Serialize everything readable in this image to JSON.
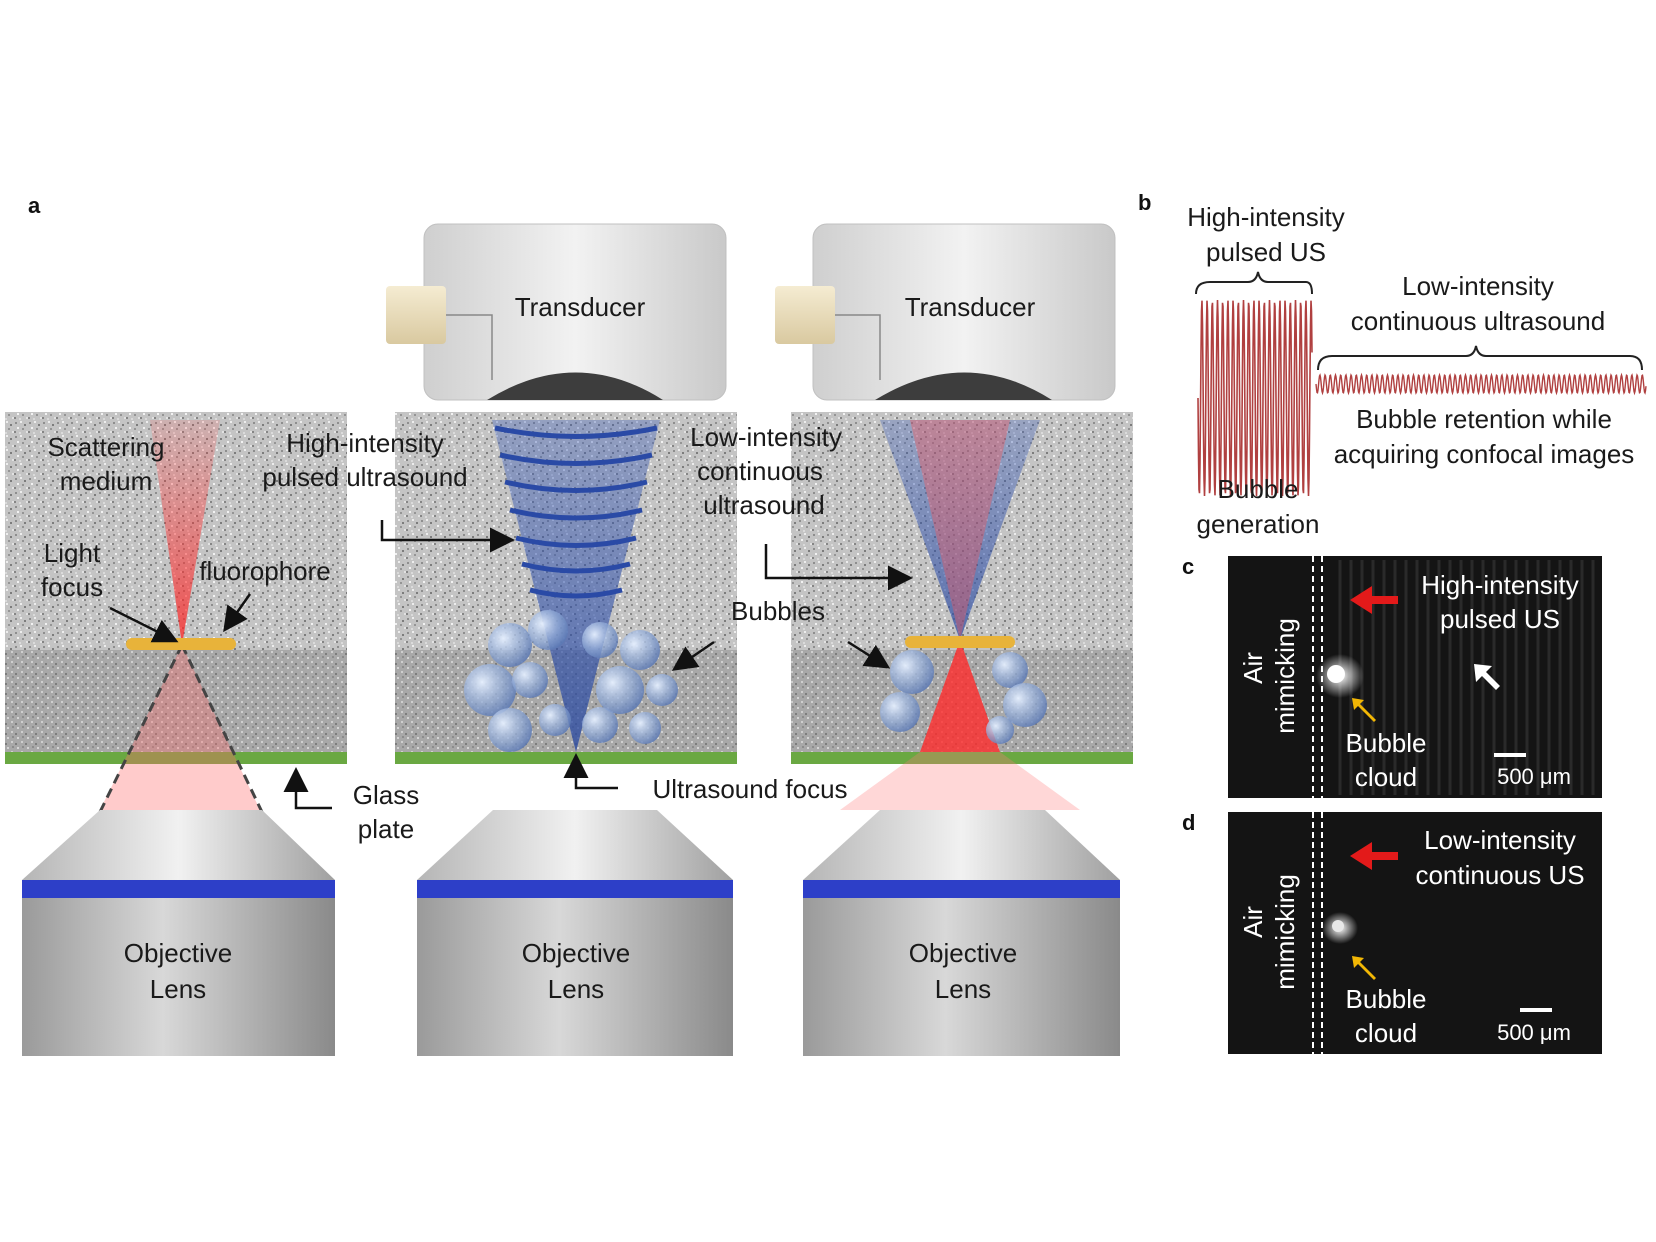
{
  "panel_letters": {
    "a": "a",
    "b": "b",
    "c": "c",
    "d": "d"
  },
  "panel_a": {
    "transducer_label": "Transducer",
    "objective_line1": "Objective",
    "objective_line2": "Lens",
    "scattering_medium": [
      "Scattering",
      "medium"
    ],
    "light_focus": [
      "Light",
      "focus"
    ],
    "fluorophore": "fluorophore",
    "glass_plate": [
      "Glass",
      "plate"
    ],
    "high_intensity_pulsed_ultrasound": [
      "High-intensity",
      "pulsed ultrasound"
    ],
    "low_intensity_continuous_ultrasound": [
      "Low-intensity",
      "continuous",
      "ultrasound"
    ],
    "bubbles": "Bubbles",
    "ultrasound_focus": "Ultrasound focus"
  },
  "panel_b": {
    "pulsed_label": [
      "High-intensity",
      "pulsed US"
    ],
    "continuous_label": [
      "Low-intensity",
      "continuous ultrasound"
    ],
    "generation_label": [
      "Bubble",
      "generation"
    ],
    "retention_label": [
      "Bubble retention while",
      "acquiring confocal images"
    ]
  },
  "panel_c": {
    "side_label": [
      "Air",
      "mimicking"
    ],
    "us_label": [
      "High-intensity",
      "pulsed US"
    ],
    "cloud_label": [
      "Bubble",
      "cloud"
    ],
    "scale_bar": "500 μm"
  },
  "panel_d": {
    "side_label": [
      "Air",
      "mimicking"
    ],
    "us_label": [
      "Low-intensity",
      "continuous US"
    ],
    "cloud_label": [
      "Bubble",
      "cloud"
    ],
    "scale_bar": "500 μm"
  },
  "colors": {
    "medium_gray": "#b9b9b9",
    "glass_green": "#6aa842",
    "lens_blue": "#2d3fc8",
    "light_red": "#e03030",
    "us_blue": "#2f4f9f",
    "fluorophore_gold": "#e8b33a",
    "arrow_red": "#e31a1a",
    "arrow_yellow": "#f2b705"
  }
}
